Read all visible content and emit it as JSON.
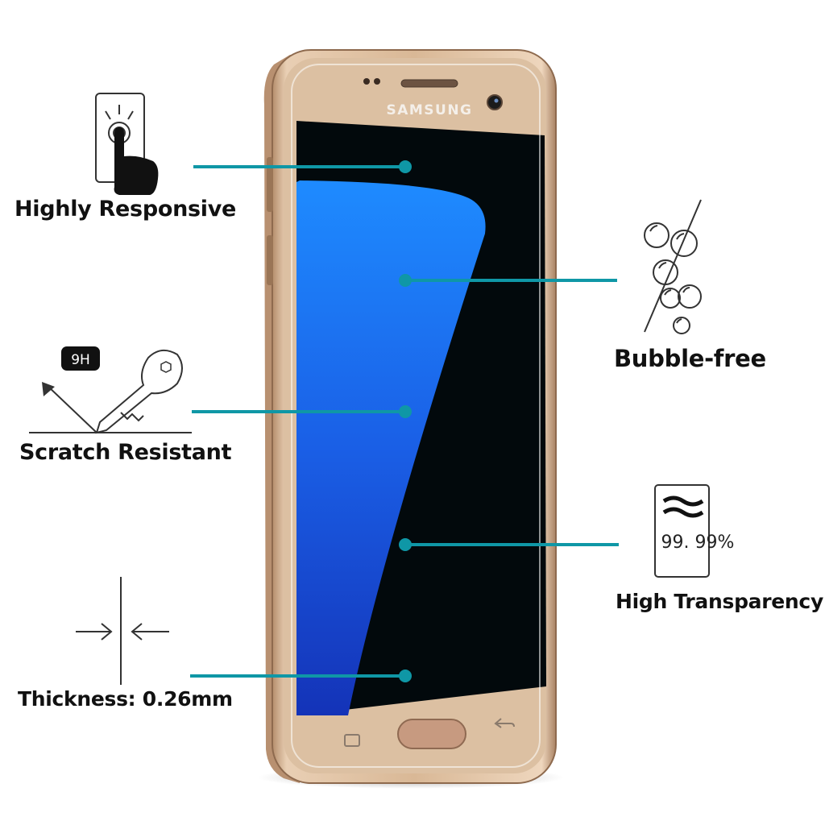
{
  "brand": "SAMSUNG",
  "features": {
    "responsive": {
      "label": "Highly Responsive",
      "icon": "touch-finger-icon"
    },
    "bubble": {
      "label": "Bubble-free",
      "icon": "bubbles-icon"
    },
    "scratch": {
      "label": "Scratch Resistant",
      "icon": "key-scratch-icon",
      "hardness": "9H"
    },
    "transparency": {
      "label": "High Transparency",
      "icon": "transparency-card-icon",
      "value": "99. 99%"
    },
    "thickness": {
      "label": "Thickness: 0.26mm",
      "icon": "thickness-arrows-icon"
    }
  },
  "colors": {
    "callout_line": "#0f97a6",
    "phone_gold": "#d7b592",
    "screen_blue": "#1a6ef5",
    "screen_black": "#02090c"
  }
}
